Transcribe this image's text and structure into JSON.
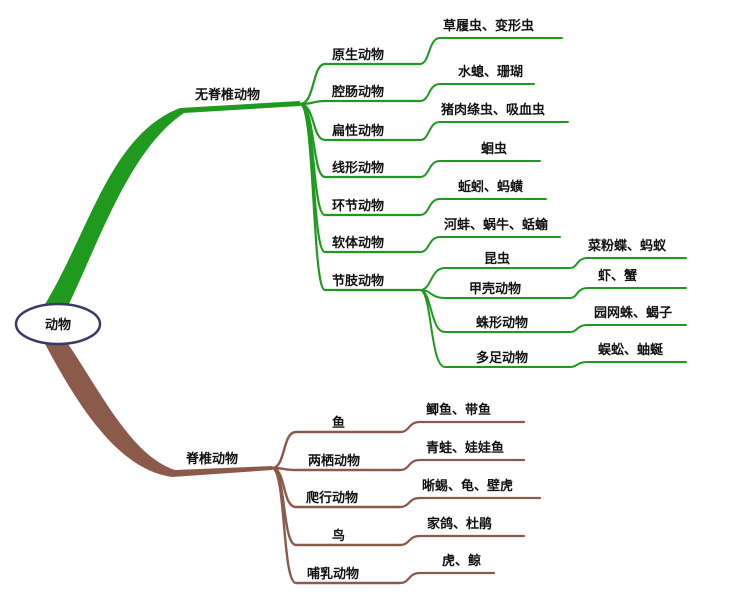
{
  "colors": {
    "green": "#1f9a1f",
    "brown": "#8b5a4a",
    "node_fill": "#ffffff",
    "node_stroke": "#3a3a6a"
  },
  "root": "动物",
  "invertebrates": {
    "label": "无脊椎动物",
    "groups": [
      {
        "label": "原生动物",
        "examples": "草履虫、变形虫"
      },
      {
        "label": "腔肠动物",
        "examples": "水螅、珊瑚"
      },
      {
        "label": "扁性动物",
        "examples": "猪肉绦虫、吸血虫"
      },
      {
        "label": "线形动物",
        "examples": "蛔虫"
      },
      {
        "label": "环节动物",
        "examples": "蚯蚓、蚂蟥"
      },
      {
        "label": "软体动物",
        "examples": "河蚌、蜗牛、蛞蝓"
      },
      {
        "label": "节肢动物",
        "examples": ""
      }
    ],
    "arthropods": [
      {
        "label": "昆虫",
        "examples": "菜粉蝶、蚂蚁"
      },
      {
        "label": "甲壳动物",
        "examples": "虾、蟹"
      },
      {
        "label": "蛛形动物",
        "examples": "园网蛛、蝎子"
      },
      {
        "label": "多足动物",
        "examples": "蜈蚣、蚰蜒"
      }
    ]
  },
  "vertebrates": {
    "label": "脊椎动物",
    "groups": [
      {
        "label": "鱼",
        "examples": "鲫鱼、带鱼"
      },
      {
        "label": "两栖动物",
        "examples": "青蛙、娃娃鱼"
      },
      {
        "label": "爬行动物",
        "examples": "晰蜴、龟、壁虎"
      },
      {
        "label": "鸟",
        "examples": "家鸽、杜鹃"
      },
      {
        "label": "哺乳动物",
        "examples": "虎、鲸"
      }
    ]
  }
}
